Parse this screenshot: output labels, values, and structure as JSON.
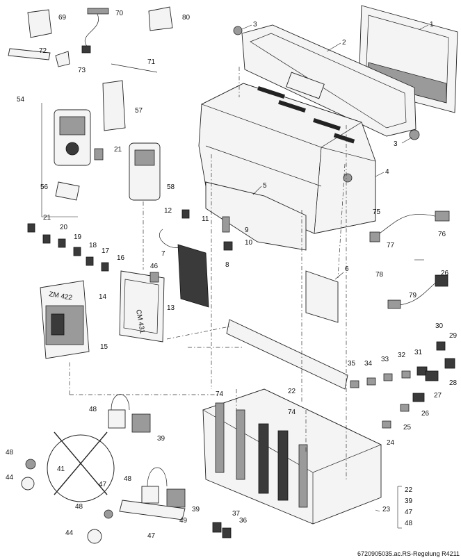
{
  "footer": {
    "caption": "6720905035.ac.RS-Regelung R4211"
  },
  "modules": {
    "cm_label": "CM 431",
    "zm_label": "ZM 422"
  },
  "group_list": [
    "22",
    "39",
    "47",
    "48"
  ],
  "callouts": {
    "c1": "1",
    "c2": "2",
    "c3a": "3",
    "c3b": "3",
    "c4": "4",
    "c5": "5",
    "c6": "6",
    "c7": "7",
    "c8": "8",
    "c9": "9",
    "c10": "10",
    "c11": "11",
    "c12": "12",
    "c13": "13",
    "c14": "14",
    "c15": "15",
    "c16": "16",
    "c17": "17",
    "c18": "18",
    "c19": "19",
    "c20": "20",
    "c21a": "21",
    "c21b": "21",
    "c22": "22",
    "c23": "23",
    "c24": "24",
    "c25": "25",
    "c26a": "26",
    "c26b": "26",
    "c27": "27",
    "c28": "28",
    "c29": "29",
    "c30": "30",
    "c31": "31",
    "c32": "32",
    "c33": "33",
    "c34": "34",
    "c35": "35",
    "c36": "36",
    "c37": "37",
    "c39a": "39",
    "c39b": "39",
    "c41": "41",
    "c44a": "44",
    "c44b": "44",
    "c46": "46",
    "c47a": "47",
    "c47b": "47",
    "c48a": "48",
    "c48b": "48",
    "c48c": "48",
    "c48d": "48",
    "c49": "49",
    "c54": "54",
    "c56": "56",
    "c57": "57",
    "c58": "58",
    "c69": "69",
    "c70": "70",
    "c71": "71",
    "c72": "72",
    "c73": "73",
    "c74a": "74",
    "c74b": "74",
    "c75": "75",
    "c76": "76",
    "c77": "77",
    "c78": "78",
    "c79": "79",
    "c80": "80"
  }
}
